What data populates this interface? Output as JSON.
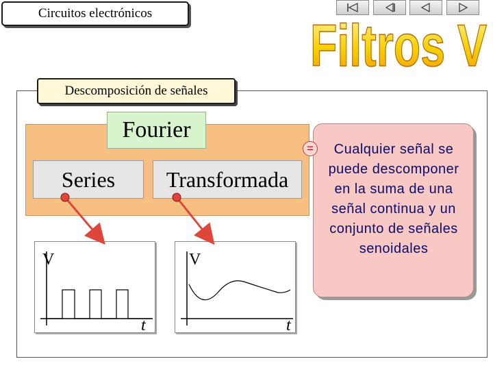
{
  "header": {
    "course_title": "Circuitos electrónicos",
    "logo_text": "Filtros V"
  },
  "nav": {
    "buttons": [
      "first-icon",
      "previous-icon",
      "back-icon",
      "next-icon"
    ]
  },
  "section": {
    "title": "Descomposición de señales"
  },
  "diagram": {
    "fourier_label": "Fourier",
    "series_label": "Series",
    "transform_label": "Transformada",
    "equal_label": "="
  },
  "graphs": {
    "series_graph": {
      "y_label": "V",
      "x_label": "t"
    },
    "transform_graph": {
      "y_label": "V",
      "x_label": "t"
    }
  },
  "note": {
    "text": "Cualquier señal se puede descomponer en la suma de una señal continua y un conjunto de señales senoidales"
  },
  "colors": {
    "panel_orange": "#f8bf82",
    "fourier_green": "#d8f4cc",
    "note_pink": "#f8c8c4",
    "arrow_red": "#e0453a",
    "logo_yellow": "#f5d000"
  }
}
